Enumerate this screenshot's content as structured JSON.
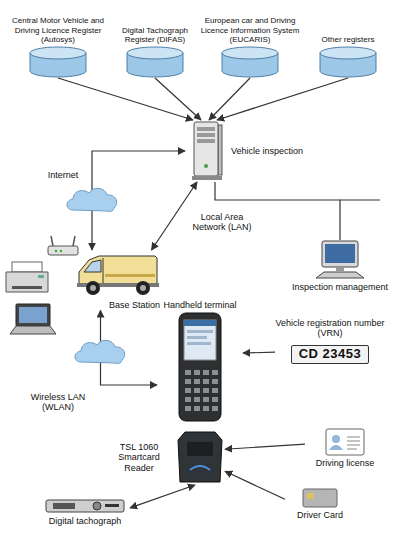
{
  "diagram": {
    "nodes": [
      {
        "text": [
          "Central Motor Vehicle and Driving Licence Register (Autosys)"
        ]
      },
      {
        "text": [
          "Digital Tachograph Register (DIFAS)"
        ]
      },
      {
        "text": [
          "European car and Driving Licence Information System (EUCARIS)"
        ]
      },
      {
        "text": [
          "Other registers"
        ]
      },
      {
        "text": [
          "Vehicle inspection"
        ]
      },
      {
        "text": [
          "Inspection management"
        ]
      },
      {
        "text": [
          "Base Station"
        ]
      },
      {
        "text": [
          "Handheld terminal"
        ]
      },
      {
        "text": [
          "Vehicle registration number (VRN)",
          "CD 23453"
        ]
      },
      {
        "text": [
          "TSL 1060 Smartcard Reader"
        ]
      },
      {
        "text": [
          "Driving license"
        ]
      },
      {
        "text": [
          "Driver Card"
        ]
      },
      {
        "text": [
          "Digital tachograph"
        ]
      }
    ],
    "edges": [
      {
        "from": 0,
        "to": 4,
        "arrow": "to"
      },
      {
        "from": 1,
        "to": 4,
        "arrow": "to"
      },
      {
        "from": 2,
        "to": 4,
        "arrow": "to"
      },
      {
        "from": 3,
        "to": 4,
        "arrow": "to"
      },
      {
        "from": 4,
        "to": 6,
        "arrow": "both",
        "label": "Internet"
      },
      {
        "from": 4,
        "to": 6,
        "arrow": "both",
        "label": "Local Area Network (LAN)"
      },
      {
        "from": 4,
        "to": 5,
        "arrow": "none"
      },
      {
        "from": 6,
        "to": 7,
        "arrow": "both",
        "label": "Wireless LAN (WLAN)"
      },
      {
        "from": 8,
        "to": 7,
        "arrow": "to"
      },
      {
        "from": 10,
        "to": 9,
        "arrow": "to"
      },
      {
        "from": 11,
        "to": 9,
        "arrow": "to"
      },
      {
        "from": 9,
        "to": 12,
        "arrow": "both"
      }
    ]
  }
}
